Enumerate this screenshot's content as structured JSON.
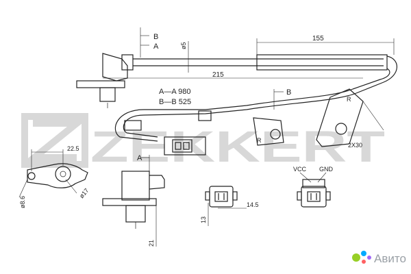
{
  "watermark": {
    "brand": "ZEKKERT"
  },
  "marketplace_badge": {
    "text": "Авито",
    "dot_colors": [
      "#97cf26",
      "#00aaff",
      "#ff6163",
      "#a169f7"
    ]
  },
  "section_markers": {
    "a_short": "A",
    "b_short": "B"
  },
  "lengths": {
    "a_label": "A—A 980",
    "b_label": "B—B 525"
  },
  "dimensions": {
    "d155": "155",
    "d215": "215",
    "d5": "ø5",
    "d2x30": "2X30",
    "d22_5": "22.5",
    "d8_6": "ø8.6",
    "d17": "ø17",
    "d14_5": "14.5",
    "d13": "13",
    "d21": "21"
  },
  "bracket_letters": {
    "r": "R"
  },
  "pins": {
    "vcc": "VCC",
    "gnd": "GND"
  },
  "colors": {
    "line": "#222222",
    "watermark": "#d8d8d8"
  }
}
